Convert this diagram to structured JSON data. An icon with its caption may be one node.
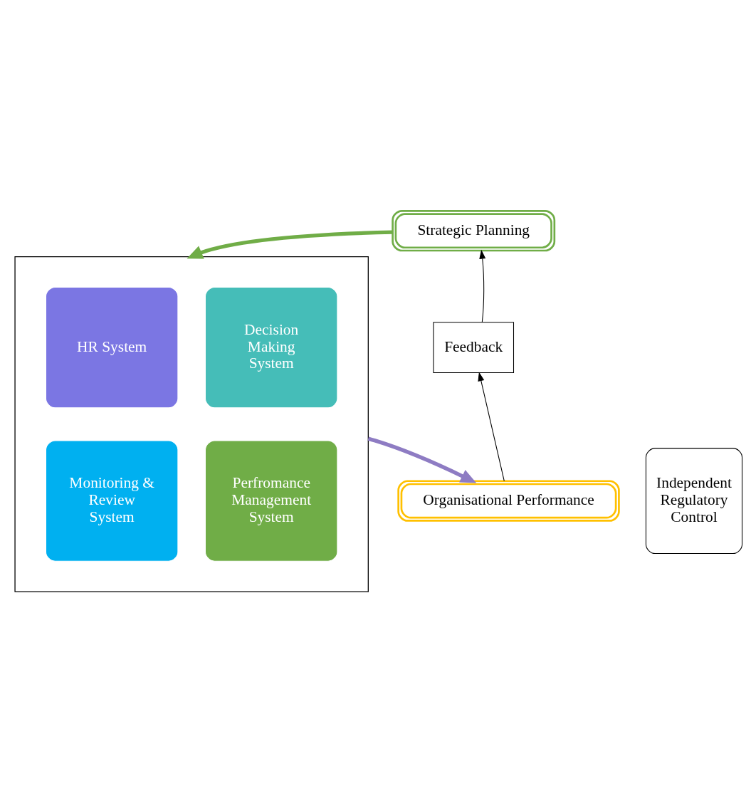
{
  "diagram": {
    "nodes": [
      {
        "text": [
          "Strategic Planning"
        ]
      },
      {
        "text": [],
        "shape": "box"
      },
      {
        "text": [
          "HR System"
        ],
        "in": 1
      },
      {
        "text": [
          "Decision Making System"
        ],
        "in": 1
      },
      {
        "text": [
          "Monitoring & Review System"
        ],
        "in": 1
      },
      {
        "text": [
          "Perfromance Management System"
        ],
        "in": 1
      },
      {
        "text": [
          "Organisational Performance"
        ]
      },
      {
        "text": [
          "Feedback"
        ]
      },
      {
        "text": [
          "Independent Regulatory Control"
        ]
      }
    ],
    "edges": [
      {
        "from": 0,
        "to": 1,
        "arrow": "to",
        "style": "thick",
        "color": "#70ad47"
      },
      {
        "from": 1,
        "to": 6,
        "arrow": "to",
        "style": "thick",
        "color": "#8e7cc3"
      },
      {
        "from": 6,
        "to": 7,
        "arrow": "to"
      },
      {
        "from": 7,
        "to": 0,
        "arrow": "to"
      }
    ]
  }
}
